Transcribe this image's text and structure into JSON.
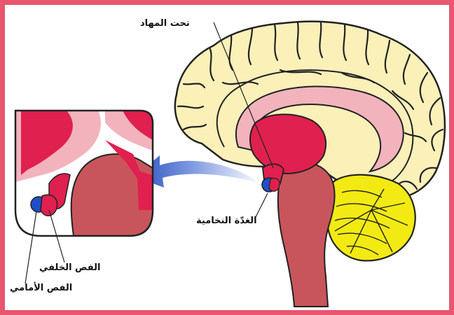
{
  "labels": {
    "hypothalamus": "تحت المهاد",
    "pituitary_gland": "الغدّة النخامية",
    "posterior_lobe": "الفص الخلفي",
    "anterior_lobe": "الفص الأمامي"
  },
  "colors": {
    "frame": "#e8566f",
    "cortex": "#fbf0b8",
    "outline": "#222222",
    "corpus_callosum": "#f2b3bd",
    "thalamus": "#e0204f",
    "brainstem": "#c9555c",
    "cerebellum": "#f2ea12",
    "anterior_lobe": "#1f4fc8",
    "arrow": "#2a50c0"
  }
}
